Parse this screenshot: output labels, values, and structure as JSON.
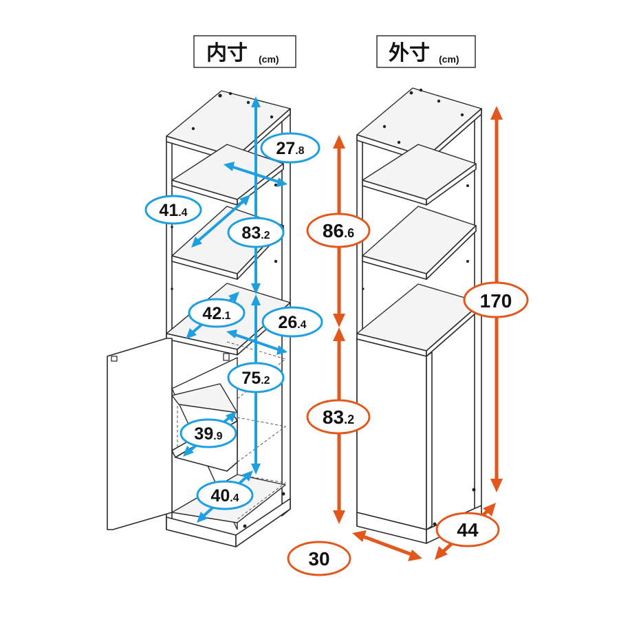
{
  "inner": {
    "title": "内寸",
    "unit": "(cm)",
    "labels": {
      "top_depth": {
        "int": "27",
        "dec": ".8"
      },
      "shelf_width": {
        "int": "41",
        "dec": ".4"
      },
      "upper_height": {
        "int": "83",
        "dec": ".2"
      },
      "mid_width": {
        "int": "42",
        "dec": ".1"
      },
      "mid_depth": {
        "int": "26",
        "dec": ".4"
      },
      "lower_height": {
        "int": "75",
        "dec": ".2"
      },
      "inner_shelf_width": {
        "int": "39",
        "dec": ".9"
      },
      "bottom_width": {
        "int": "40",
        "dec": ".4"
      }
    }
  },
  "outer": {
    "title": "外寸",
    "unit": "(cm)",
    "labels": {
      "upper_height": {
        "int": "86",
        "dec": ".6"
      },
      "lower_height": {
        "int": "83",
        "dec": ".2"
      },
      "total_height": {
        "int": "170",
        "dec": ""
      },
      "depth": {
        "int": "44",
        "dec": ""
      },
      "width": {
        "int": "30",
        "dec": ""
      }
    }
  },
  "colors": {
    "inner_dimension": "#1d9fe0",
    "outer_dimension": "#e2571c"
  }
}
